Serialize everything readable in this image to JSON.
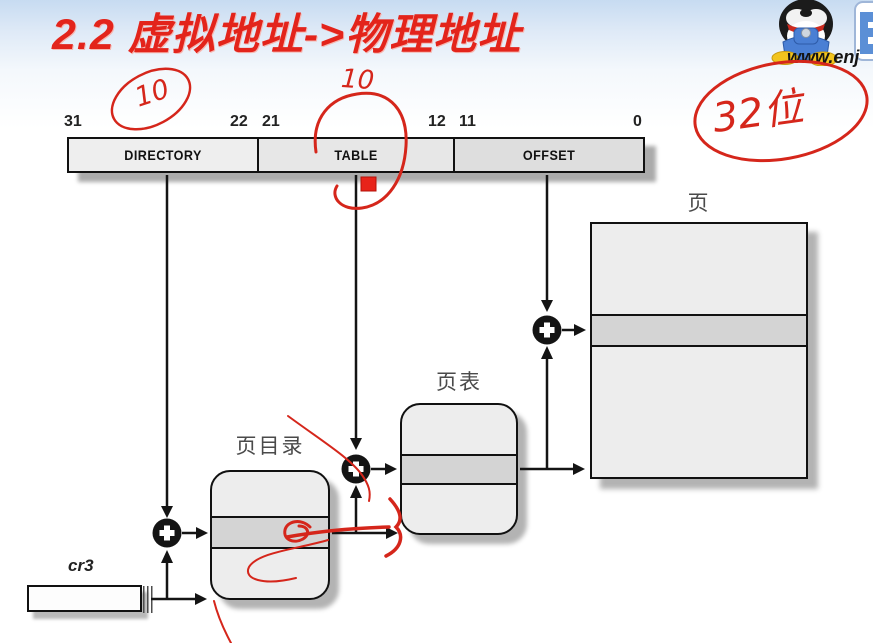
{
  "header": {
    "title": "2.2 虚拟地址->物理地址",
    "url_text": "www.enj",
    "logo": "qq-penguin-logo"
  },
  "address_bar": {
    "bit_labels": [
      "31",
      "22",
      "21",
      "12",
      "11",
      "0"
    ],
    "fields": [
      {
        "label": "DIRECTORY"
      },
      {
        "label": "TABLE"
      },
      {
        "label": "OFFSET"
      }
    ]
  },
  "boxes": {
    "page_directory": {
      "label": "页目录"
    },
    "page_table": {
      "label": "页表"
    },
    "page": {
      "label": "页"
    },
    "cr3": {
      "label": "cr3"
    }
  },
  "annotations": {
    "directory_bits": "10",
    "table_bits": "10",
    "address_width": "32位"
  },
  "colors": {
    "title_red": "#e3241b",
    "annotation_red": "#d5261b",
    "box_fill": "#ededed",
    "band_fill": "#d4d4d4",
    "line_black": "#141414"
  }
}
